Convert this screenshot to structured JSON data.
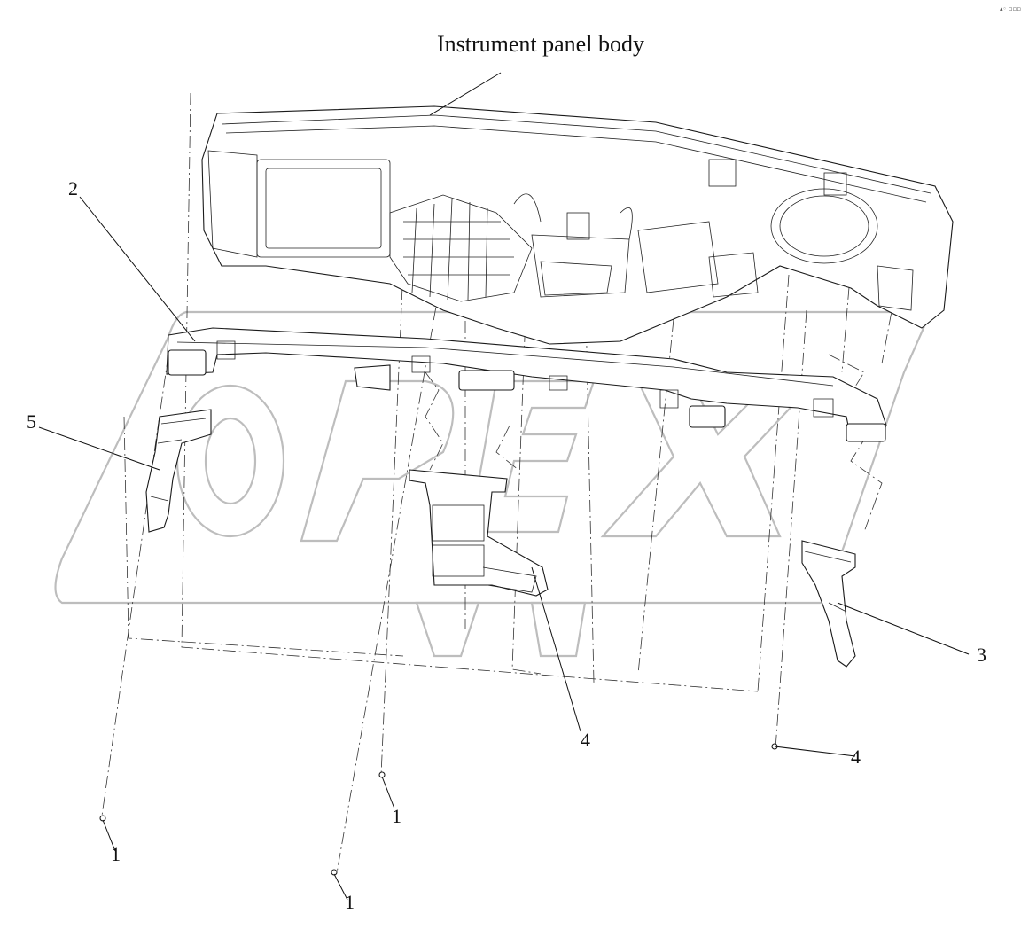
{
  "diagram": {
    "title": "Instrument panel body",
    "corner_mark": "▴◦ ▫▫▫",
    "callouts": [
      {
        "id": "c2",
        "label": "2"
      },
      {
        "id": "c5",
        "label": "5"
      },
      {
        "id": "c3",
        "label": "3"
      },
      {
        "id": "c4a",
        "label": "4"
      },
      {
        "id": "c4b",
        "label": "4"
      },
      {
        "id": "c1a",
        "label": "1"
      },
      {
        "id": "c1b",
        "label": "1"
      },
      {
        "id": "c1c",
        "label": "1"
      }
    ],
    "watermark": {
      "text": "OPEX"
    },
    "parts": [
      {
        "name": "instrument-panel-body"
      },
      {
        "name": "main-air-duct"
      },
      {
        "name": "left-side-duct"
      },
      {
        "name": "right-side-duct"
      },
      {
        "name": "center-vent-duct"
      },
      {
        "name": "fastener-clip"
      }
    ]
  }
}
